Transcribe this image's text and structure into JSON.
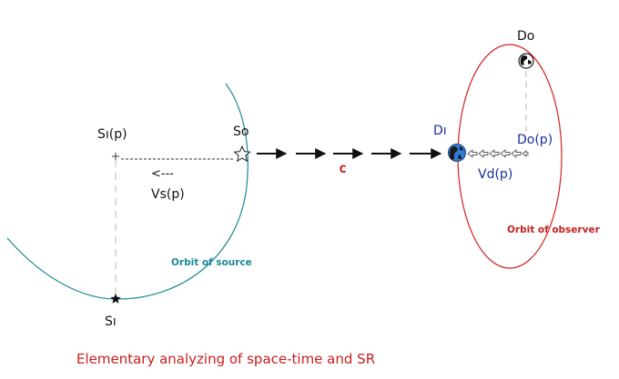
{
  "labels": {
    "source_past": "Sı(p)",
    "source_orbit_point": "So",
    "source_velocity_arrow": "<---",
    "source_velocity": "Vs(p)",
    "source_past_star": "Sı",
    "light_speed": "c",
    "observer_now": "Dı",
    "observer_orbit_top": "Do",
    "observer_past": "Do(p)",
    "observer_velocity": "Vd(p)"
  },
  "orbits": {
    "source": "Orbit of source",
    "observer": "Orbit of observer"
  },
  "caption": "Elementary analyzing of space-time and SR",
  "colors": {
    "source_orbit": "#1b8a96",
    "observer_orbit": "#d42020",
    "caption": "#c81e1e",
    "observer_label": "#1a2fa0",
    "earth_blue": "#2f7fd6"
  },
  "icons": [
    "star-outline-icon",
    "star-filled-icon",
    "earth-globe-icon",
    "arrow-right-icon",
    "hollow-arrow-left-icon"
  ]
}
